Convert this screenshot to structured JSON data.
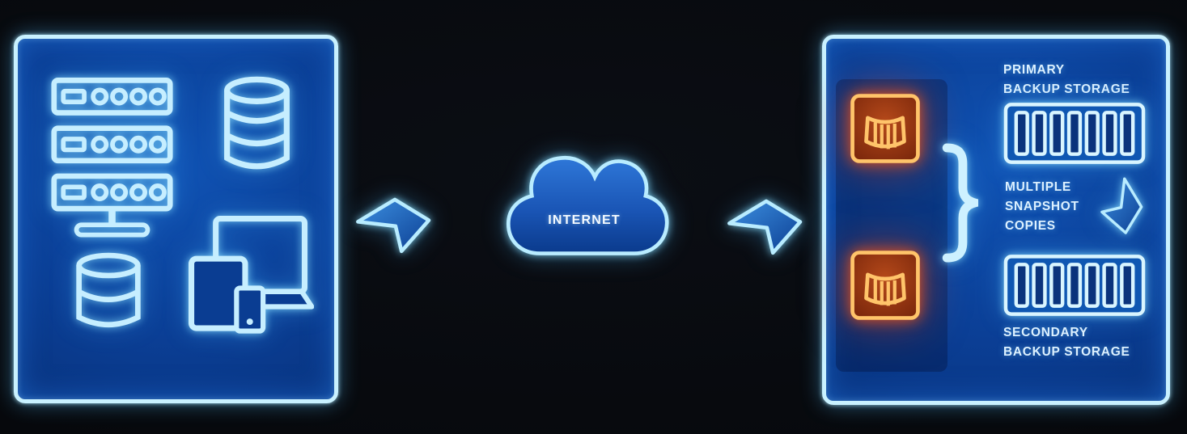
{
  "colors": {
    "background": "#07090d",
    "panel_fill": "#0b3f96",
    "neon_cyan_border": "#c9f1ff",
    "icon_stroke_cyan": "#c6eeff",
    "arrow_fill_blue": "#1d6bcc",
    "cloud_fill_blue": "#1a55b5",
    "amber_stroke": "#ffc46a",
    "amber_fill": "#96350f",
    "label_text": "#ddf1ff",
    "internet_text": "#f4faff"
  },
  "internet": {
    "label": "INTERNET"
  },
  "source_panel": {
    "description": "on-premises environment",
    "icons": [
      "server-stack-icon",
      "database-large-icon",
      "database-small-icon",
      "devices-icon"
    ]
  },
  "flow": {
    "icons": [
      "flow-arrow-right-icon",
      "internet-cloud-icon",
      "flow-arrow-right-icon"
    ]
  },
  "backup_panel": {
    "snapshot_icons": [
      "snapshot-container-icon",
      "snapshot-container-icon"
    ],
    "brace_glyph": "}",
    "primary_storage_label": {
      "line1": "PRIMARY",
      "line2": "BACKUP STORAGE"
    },
    "snapshot_label": {
      "line1": "MULTIPLE",
      "line2": "SNAPSHOT",
      "line3": "COPIES"
    },
    "secondary_storage_label": {
      "line1": "SECONDARY",
      "line2": "BACKUP STORAGE"
    },
    "storage_icons": [
      "storage-array-icon",
      "storage-array-icon"
    ],
    "down_arrow": "down-arrow-icon"
  }
}
